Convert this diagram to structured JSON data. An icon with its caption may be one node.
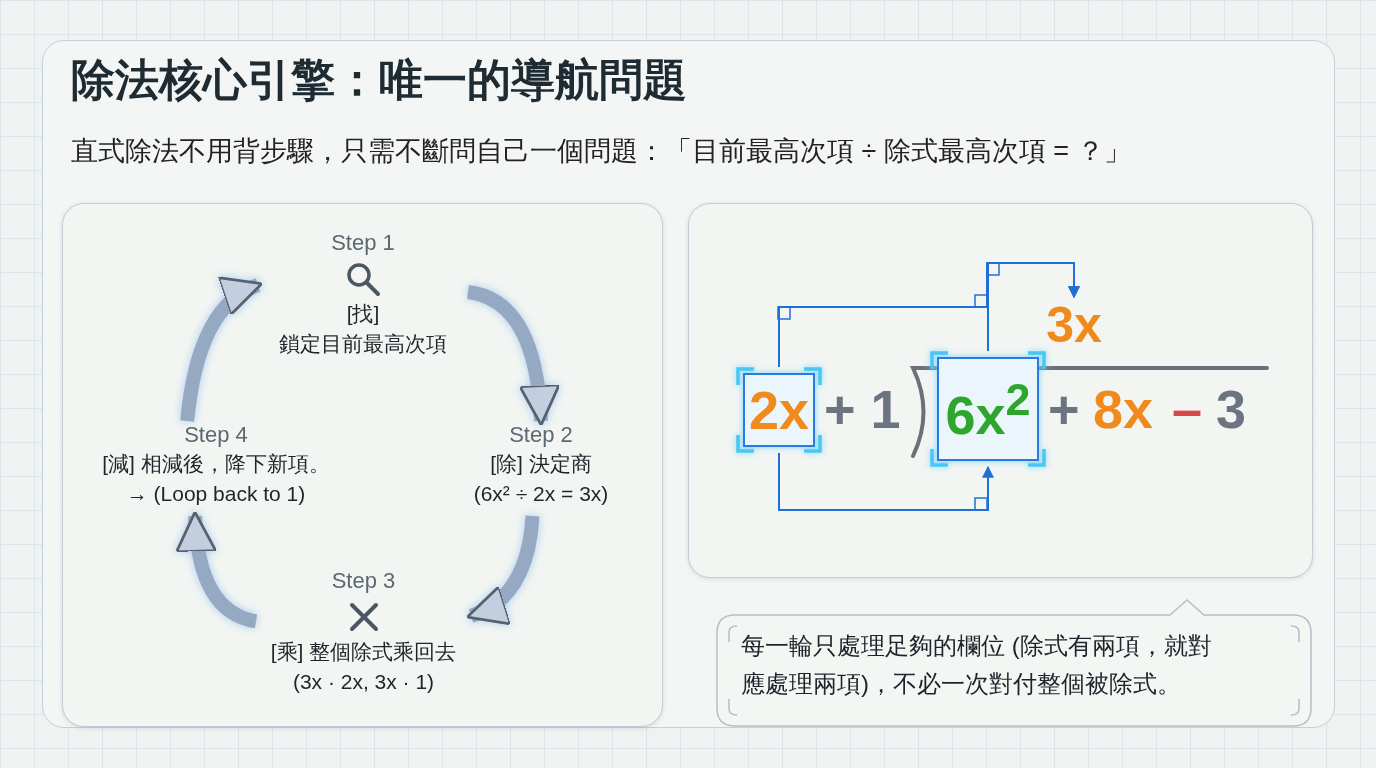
{
  "diagram": {
    "title": "除法核心引擎：唯一的導航問題",
    "nodes": [
      {
        "text": [],
        "shape": "box"
      },
      {
        "text": [
          "Step 1",
          "[找]",
          "鎖定目前最高次項"
        ],
        "in": 0
      },
      {
        "text": [
          "Step 2",
          "[除] 決定商",
          "(6x² ÷ 2x = 3x)"
        ],
        "in": 0
      },
      {
        "text": [
          "Step 3",
          "[乘] 整個除式乘回去",
          "(3x · 2x, 3x · 1)"
        ],
        "in": 0
      },
      {
        "text": [
          "Step 4",
          "[減] 相減後，降下新項。",
          "→ (Loop back to 1)"
        ],
        "in": 0
      },
      {
        "text": [],
        "shape": "box"
      },
      {
        "text": [
          "2x"
        ],
        "in": 5
      },
      {
        "text": [
          "6x$^{2}$"
        ],
        "in": 5
      },
      {
        "text": [
          "3x"
        ],
        "in": 5
      },
      {
        "text": [
          "每一輪只處理足夠的欄位 (除式有兩項，就對應處理兩項)，不必一次對付整個被除式。"
        ]
      }
    ],
    "edges": [
      {
        "from": 1,
        "to": 2,
        "arrow": "to"
      },
      {
        "from": 2,
        "to": 3,
        "arrow": "to"
      },
      {
        "from": 3,
        "to": 4,
        "arrow": "to"
      },
      {
        "from": 4,
        "to": 1,
        "arrow": "to"
      },
      {
        "from": 6,
        "to": 8,
        "arrow": "to",
        "color": "#1f6fd8"
      },
      {
        "from": 7,
        "to": 8,
        "arrow": "to",
        "color": "#1f6fd8"
      },
      {
        "from": 6,
        "to": 7,
        "arrow": "to",
        "color": "#1f6fd8"
      }
    ],
    "labels": [
      "直式除法不用背步驟，只需不斷問自己一個問題：「目前最高次項 ÷ 除式最高次項 = ？」",
      "+ 1",
      "+",
      "8x",
      "–",
      "3"
    ]
  }
}
